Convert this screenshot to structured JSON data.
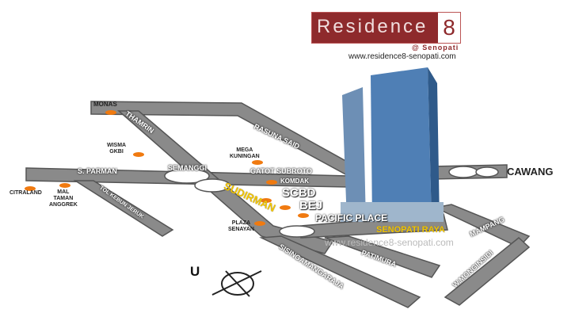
{
  "branding": {
    "name": "Residence",
    "number": "8",
    "subtitle": "@ Senopati",
    "website": "www.residence8-senopati.com",
    "watermark": "www.residence8-senopati.com"
  },
  "colors": {
    "road": "#8a8a8a",
    "road_edge": "#555555",
    "landmark": "#f07a10",
    "highlight": "#f2c500",
    "brand": "#8e2a2c",
    "tower": "#4f7fb5"
  },
  "roads": {
    "thamrin": "THAMRIN",
    "rasuna_said": "RASUNA SAID",
    "s_parman": "S. PARMAN",
    "semanggi": "SEMANGGI",
    "gatot_subroto": "GATOT SUBROTO",
    "sudirman": "SUDIRMAN",
    "tol_kebun_jeruk": "TOL KEBUN JERUK",
    "cawang": "CAWANG",
    "mampang": "MAMPANG",
    "patimura": "PATIMURA",
    "sisingamangaraja": "SISINGAMANGARAJA",
    "w_monginsidi": "W.MONGINSIDI",
    "senopati_raya": "SENOPATI RAYA"
  },
  "landmarks": {
    "monas": "MONAS",
    "wisma_gkbi": "WISMA\nGKBI",
    "mega_kuningan": "MEGA\nKUNINGAN",
    "citraland": "CITRALAND",
    "mal_taman_anggrek": "MAL\nTAMAN\nANGGREK",
    "komdak": "KOMDAK",
    "scbd": "SCBD",
    "bej": "BEJ",
    "pacific_place": "PACIFIC PLACE",
    "plaza_senayan": "PLAZA\nSENAYAN"
  },
  "compass": {
    "north_label": "U"
  }
}
